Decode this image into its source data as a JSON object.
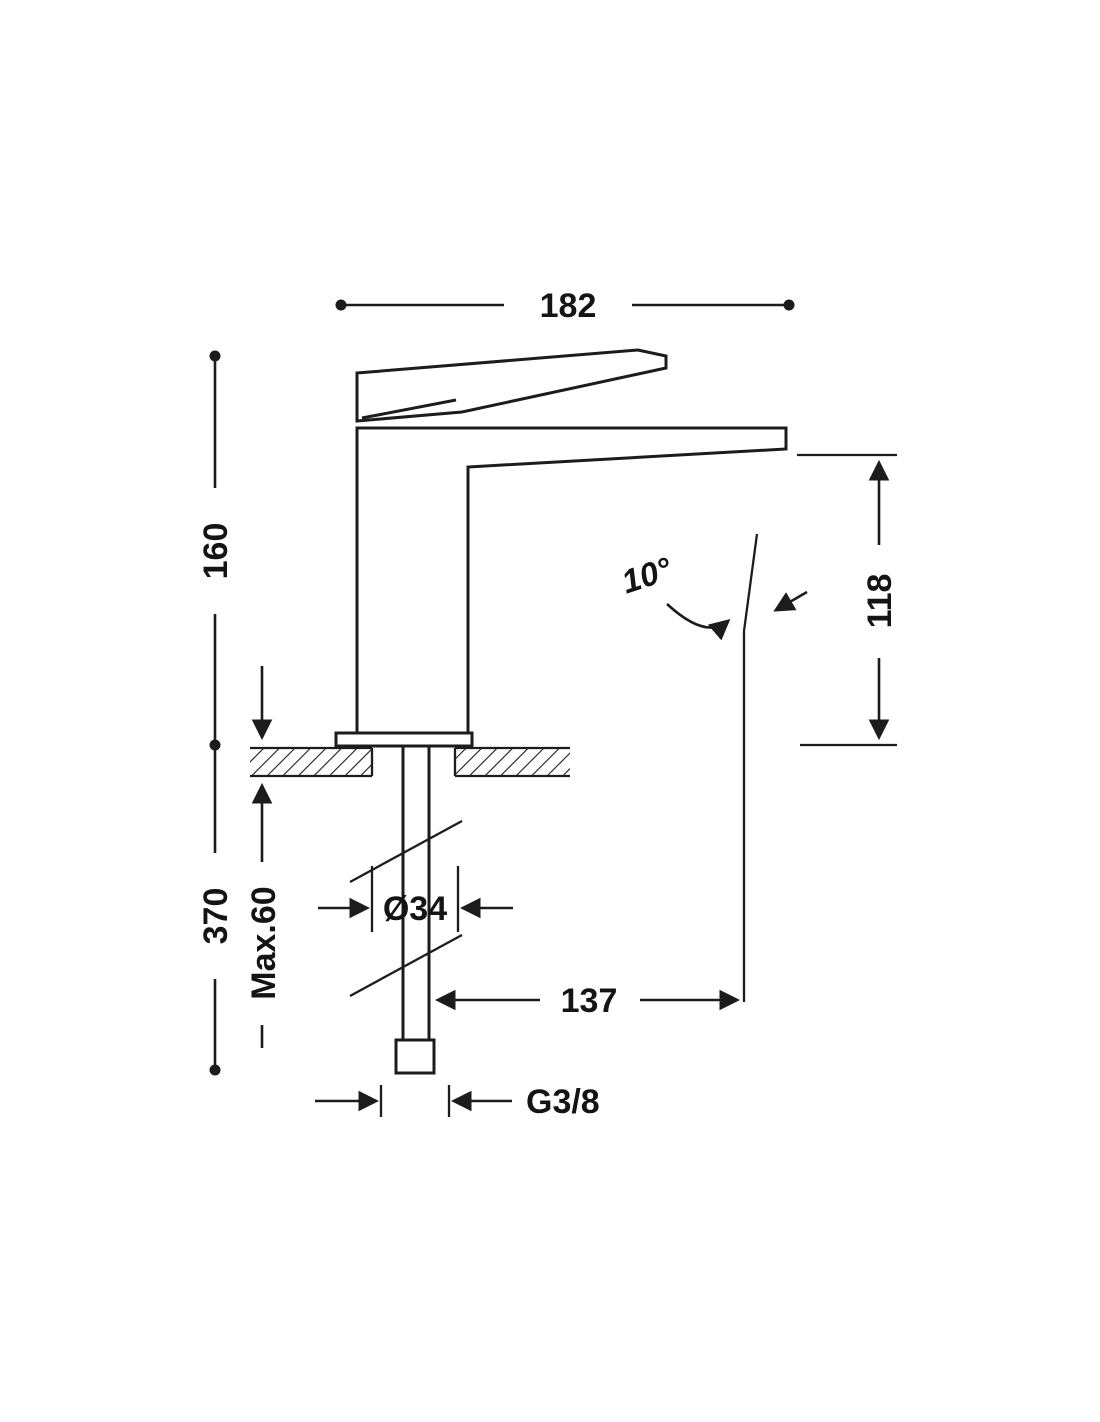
{
  "page": {
    "background_color": "#ffffff"
  },
  "drawing": {
    "kind": "technical-dimension-drawing",
    "subject": "single-lever washbasin faucet, side elevation with installation dimensions",
    "stroke_color": "#1c1c1c",
    "dims": {
      "overall_width": "182",
      "body_height": "160",
      "spout_height": "118",
      "stream_angle": "10°",
      "hole_diameter": "Ø34",
      "under_counter_length": "370",
      "max_deck_thickness": "Max.60",
      "spout_reach": "137",
      "supply_thread": "G3/8"
    }
  }
}
